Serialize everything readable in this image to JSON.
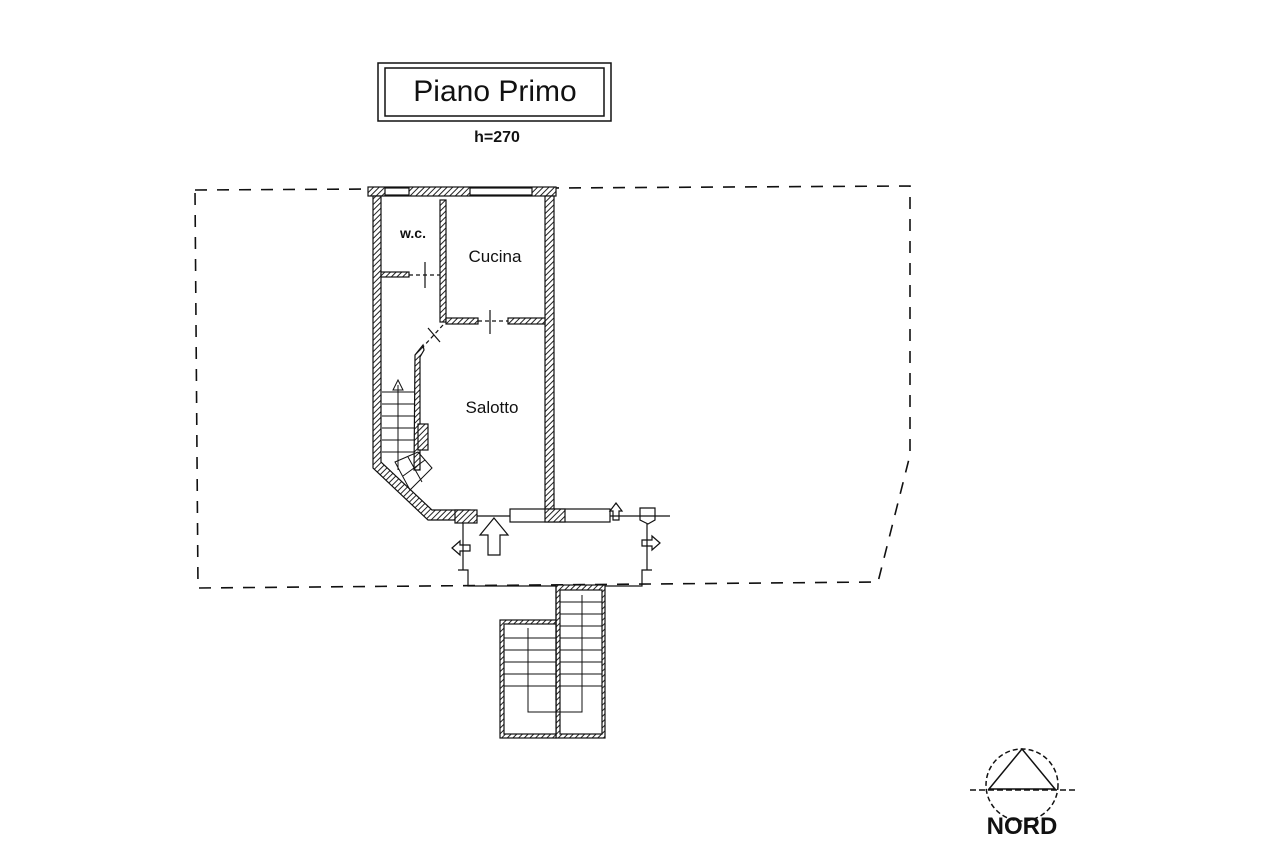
{
  "title": "Piano Primo",
  "height_label": "h=270",
  "rooms": [
    {
      "name": "w.c."
    },
    {
      "name": "Cucina"
    },
    {
      "name": "Salotto"
    }
  ],
  "north_label": "NORD",
  "colors": {
    "ink": "#111111",
    "background": "#ffffff"
  }
}
